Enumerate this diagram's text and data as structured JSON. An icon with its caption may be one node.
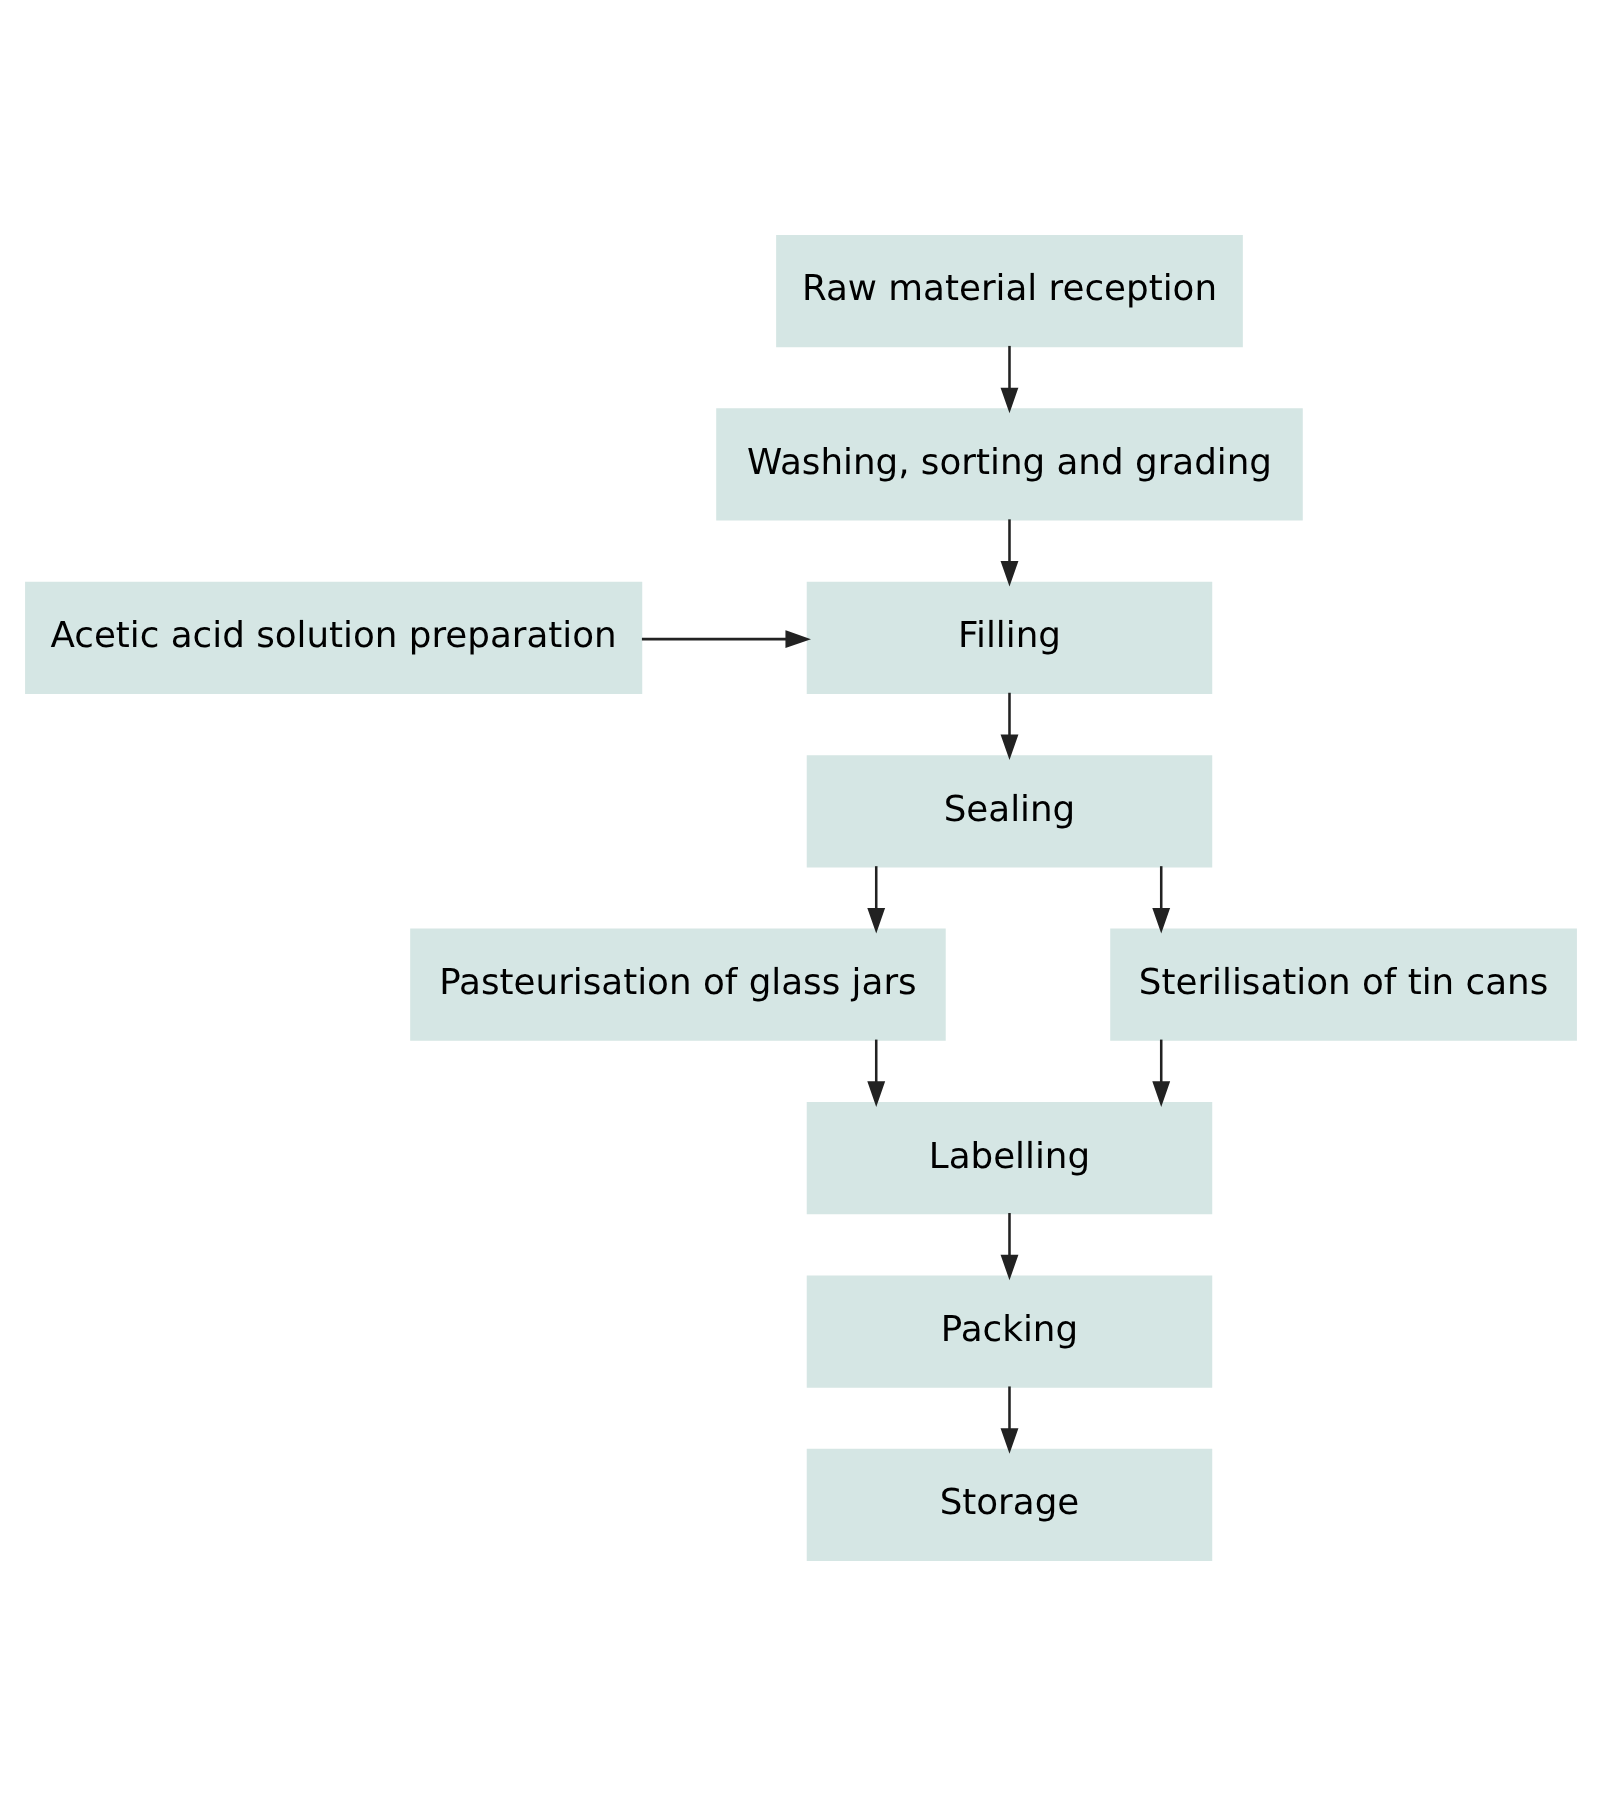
{
  "diagram": {
    "nodes": [
      {
        "text": [
          "Raw material reception"
        ]
      },
      {
        "text": [
          "Washing, sorting and grading"
        ]
      },
      {
        "text": [
          "Acetic acid solution preparation"
        ]
      },
      {
        "text": [
          "Filling"
        ]
      },
      {
        "text": [
          "Sealing"
        ]
      },
      {
        "text": [
          "Pasteurisation of glass jars"
        ]
      },
      {
        "text": [
          "Sterilisation of tin cans"
        ]
      },
      {
        "text": [
          "Labelling"
        ]
      },
      {
        "text": [
          "Packing"
        ]
      },
      {
        "text": [
          "Storage"
        ]
      }
    ],
    "edges": [
      {
        "from": 0,
        "to": 1,
        "arrow": "to"
      },
      {
        "from": 1,
        "to": 3,
        "arrow": "to"
      },
      {
        "from": 2,
        "to": 3,
        "arrow": "to"
      },
      {
        "from": 3,
        "to": 4,
        "arrow": "to"
      },
      {
        "from": 4,
        "to": 5,
        "arrow": "to"
      },
      {
        "from": 4,
        "to": 6,
        "arrow": "to"
      },
      {
        "from": 5,
        "to": 7,
        "arrow": "to"
      },
      {
        "from": 6,
        "to": 7,
        "arrow": "to"
      },
      {
        "from": 7,
        "to": 8,
        "arrow": "to"
      },
      {
        "from": 8,
        "to": 9,
        "arrow": "to"
      }
    ]
  }
}
